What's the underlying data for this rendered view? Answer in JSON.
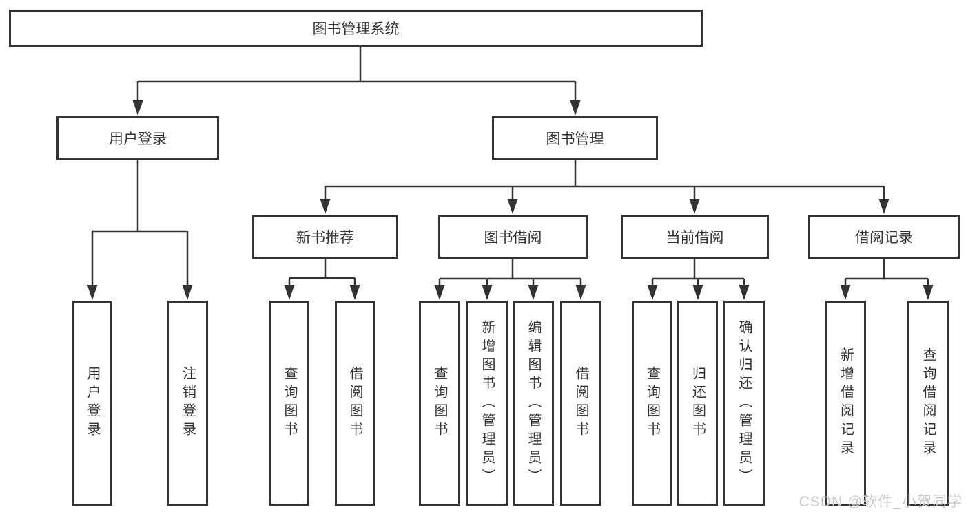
{
  "diagram_type": "hierarchy-tree",
  "colors": {
    "line": "#333333",
    "box_border": "#333333",
    "text": "#333333",
    "background": "#ffffff",
    "watermark": "#c9c9c9"
  },
  "tree": {
    "label": "图书管理系统",
    "children": [
      {
        "label": "用户登录",
        "children": [
          {
            "label": "用户登录"
          },
          {
            "label": "注销登录"
          }
        ]
      },
      {
        "label": "图书管理",
        "children": [
          {
            "label": "新书推荐",
            "children": [
              {
                "label": "查询图书"
              },
              {
                "label": "借阅图书"
              }
            ]
          },
          {
            "label": "图书借阅",
            "children": [
              {
                "label": "查询图书"
              },
              {
                "label": "新增图书（管理员）"
              },
              {
                "label": "编辑图书（管理员）"
              },
              {
                "label": "借阅图书"
              }
            ]
          },
          {
            "label": "当前借阅",
            "children": [
              {
                "label": "查询图书"
              },
              {
                "label": "归还图书"
              },
              {
                "label": "确认归还（管理员）"
              }
            ]
          },
          {
            "label": "借阅记录",
            "children": [
              {
                "label": "新增借阅记录"
              },
              {
                "label": "查询借阅记录"
              }
            ]
          }
        ]
      }
    ]
  },
  "watermark": {
    "text": "CSDN @软件_小贺同学"
  }
}
